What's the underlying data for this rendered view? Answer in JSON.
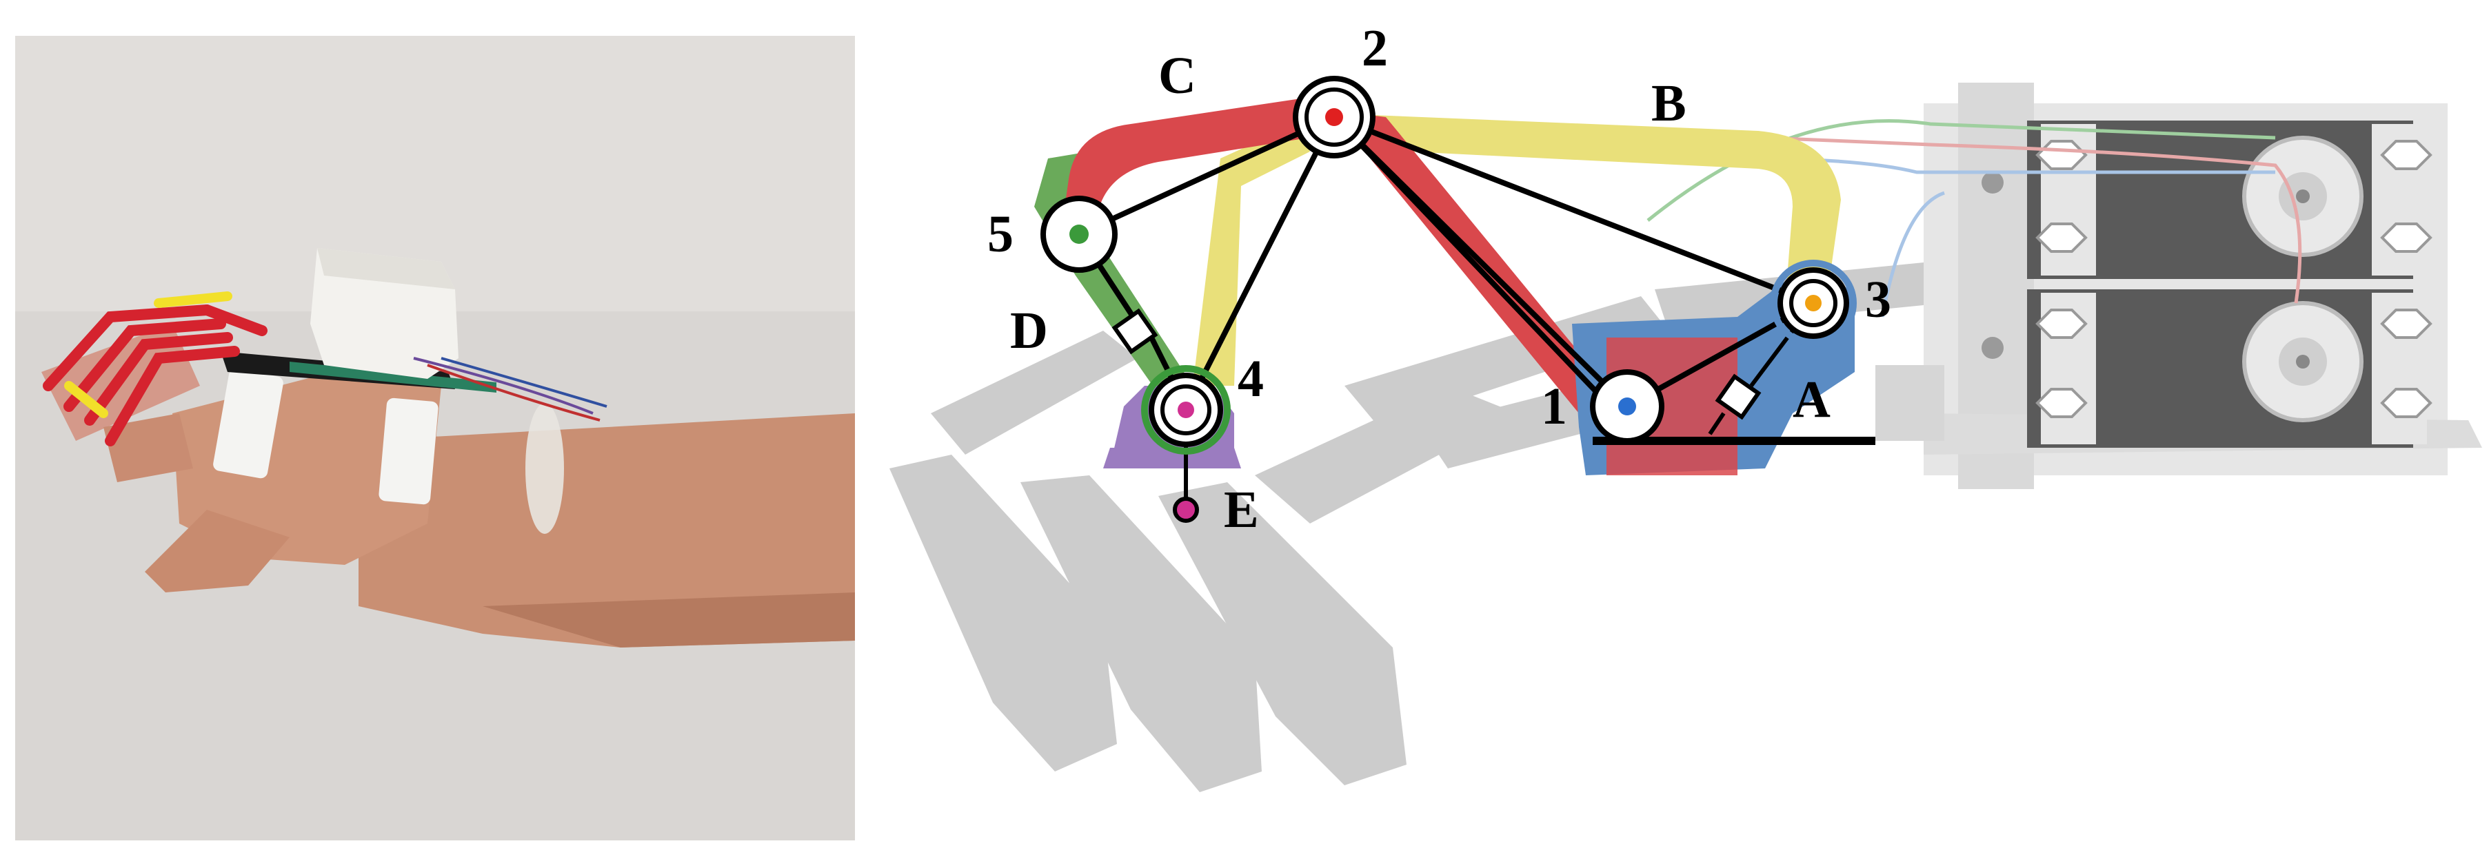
{
  "figure": {
    "photo_description_visible": false,
    "link_labels": {
      "a": "A",
      "b": "B",
      "c": "C",
      "d": "D",
      "e": "E"
    },
    "joint_labels": {
      "j1": "1",
      "j2": "2",
      "j3": "3",
      "j4": "4",
      "j5": "5"
    },
    "colors": {
      "link_a_blue": "#5b8cc4",
      "link_b_yellow": "#e9e07a",
      "link_c_red": "#d9484c",
      "link_d_green": "#6aaa5a",
      "base_purple": "#9b7cc0",
      "joint_red": "#e02020",
      "joint_blue": "#2a6fd0",
      "joint_orange": "#f0a010",
      "joint_green": "#3b9a3b",
      "joint_magenta": "#d03090",
      "shadow_gray": "#c8c8c8",
      "housing_gray": "#e4e4e4",
      "servo_dark": "#555555"
    }
  }
}
